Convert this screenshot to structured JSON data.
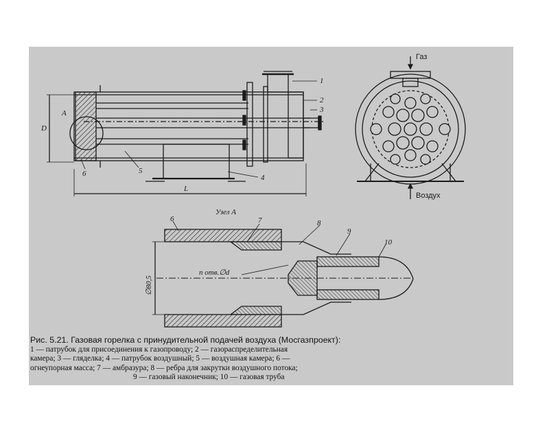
{
  "figure": {
    "top_view": {
      "labels": [
        "1",
        "2",
        "3",
        "4",
        "5",
        "6",
        "A",
        "D",
        "L"
      ]
    },
    "end_view": {
      "gas_label": "Газ",
      "air_label": "Воздух"
    },
    "detail_view": {
      "title": "Узел А",
      "labels": [
        "6",
        "7",
        "8",
        "9",
        "10"
      ],
      "hole_label": "n отв.∅d",
      "diameter_label": "∅80,5"
    }
  },
  "caption": {
    "title": "Рис. 5.21. Газовая горелка с принудительной подачей воздуха (Мосгазпроект):",
    "lines": [
      "1 — патрубок для присоединения к газопроводу; 2 — газораспределительная",
      "камера; 3 — гляделка; 4 — патрубок воздушный; 5 — воздушная камера; 6 —",
      "огнеупорная масса; 7 — амбразура; 8 — ребра для закрутки воздушного потока;",
      "9 — газовый наконечник; 10 — газовая труба"
    ]
  }
}
